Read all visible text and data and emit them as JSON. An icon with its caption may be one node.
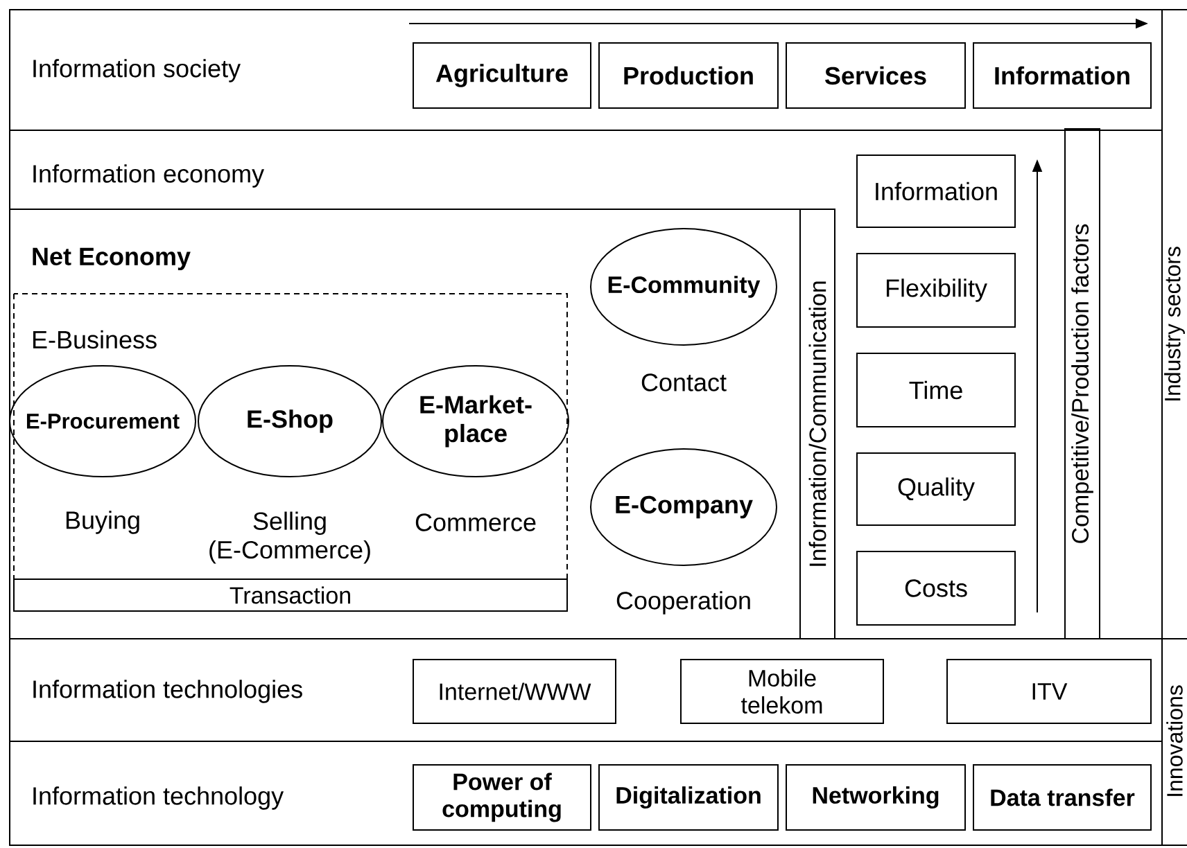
{
  "diagram": {
    "nodes": [
      {
        "text": [
          "Information society"
        ]
      },
      {
        "text": [
          "Agriculture"
        ],
        "in": 0
      },
      {
        "text": [
          "Production"
        ],
        "in": 0
      },
      {
        "text": [
          "Services"
        ],
        "in": 0
      },
      {
        "text": [
          "Information"
        ],
        "in": 0
      },
      {
        "text": [
          "Information economy"
        ]
      },
      {
        "text": [
          "Net Economy"
        ],
        "in": 5
      },
      {
        "text": [
          "E-Business"
        ],
        "in": 6
      },
      {
        "text": [
          "E-Procurement"
        ],
        "in": 7
      },
      {
        "text": [
          "E-Shop"
        ],
        "in": 7
      },
      {
        "text": [
          "E-Market-place"
        ],
        "in": 7
      },
      {
        "text": [
          "Transaction"
        ],
        "in": 7
      },
      {
        "text": [
          "E-Community"
        ],
        "in": 6
      },
      {
        "text": [
          "E-Company"
        ],
        "in": 6
      },
      {
        "text": [
          "Information/Communication"
        ],
        "in": 6
      },
      {
        "text": [
          "Information"
        ],
        "in": 5
      },
      {
        "text": [
          "Flexibility"
        ],
        "in": 5
      },
      {
        "text": [
          "Time"
        ],
        "in": 5
      },
      {
        "text": [
          "Quality"
        ],
        "in": 5
      },
      {
        "text": [
          "Costs"
        ],
        "in": 5
      },
      {
        "text": [
          "Competitive/Production factors"
        ],
        "in": 5
      },
      {
        "text": [
          "Information technologies"
        ]
      },
      {
        "text": [
          "Internet/WWW"
        ],
        "in": 21
      },
      {
        "text": [
          "Mobile telekom"
        ],
        "in": 21
      },
      {
        "text": [
          "ITV"
        ],
        "in": 21
      },
      {
        "text": [
          "Information technology"
        ]
      },
      {
        "text": [
          "Power of computing"
        ],
        "in": 25
      },
      {
        "text": [
          "Digitalization"
        ],
        "in": 25
      },
      {
        "text": [
          "Networking"
        ],
        "in": 25
      },
      {
        "text": [
          "Data transfer"
        ],
        "in": 25
      }
    ],
    "labels": [
      "Contact",
      "Buying",
      "Selling (E-Commerce)",
      "Commerce",
      "Cooperation",
      "Industry sectors",
      "Innovations"
    ]
  }
}
